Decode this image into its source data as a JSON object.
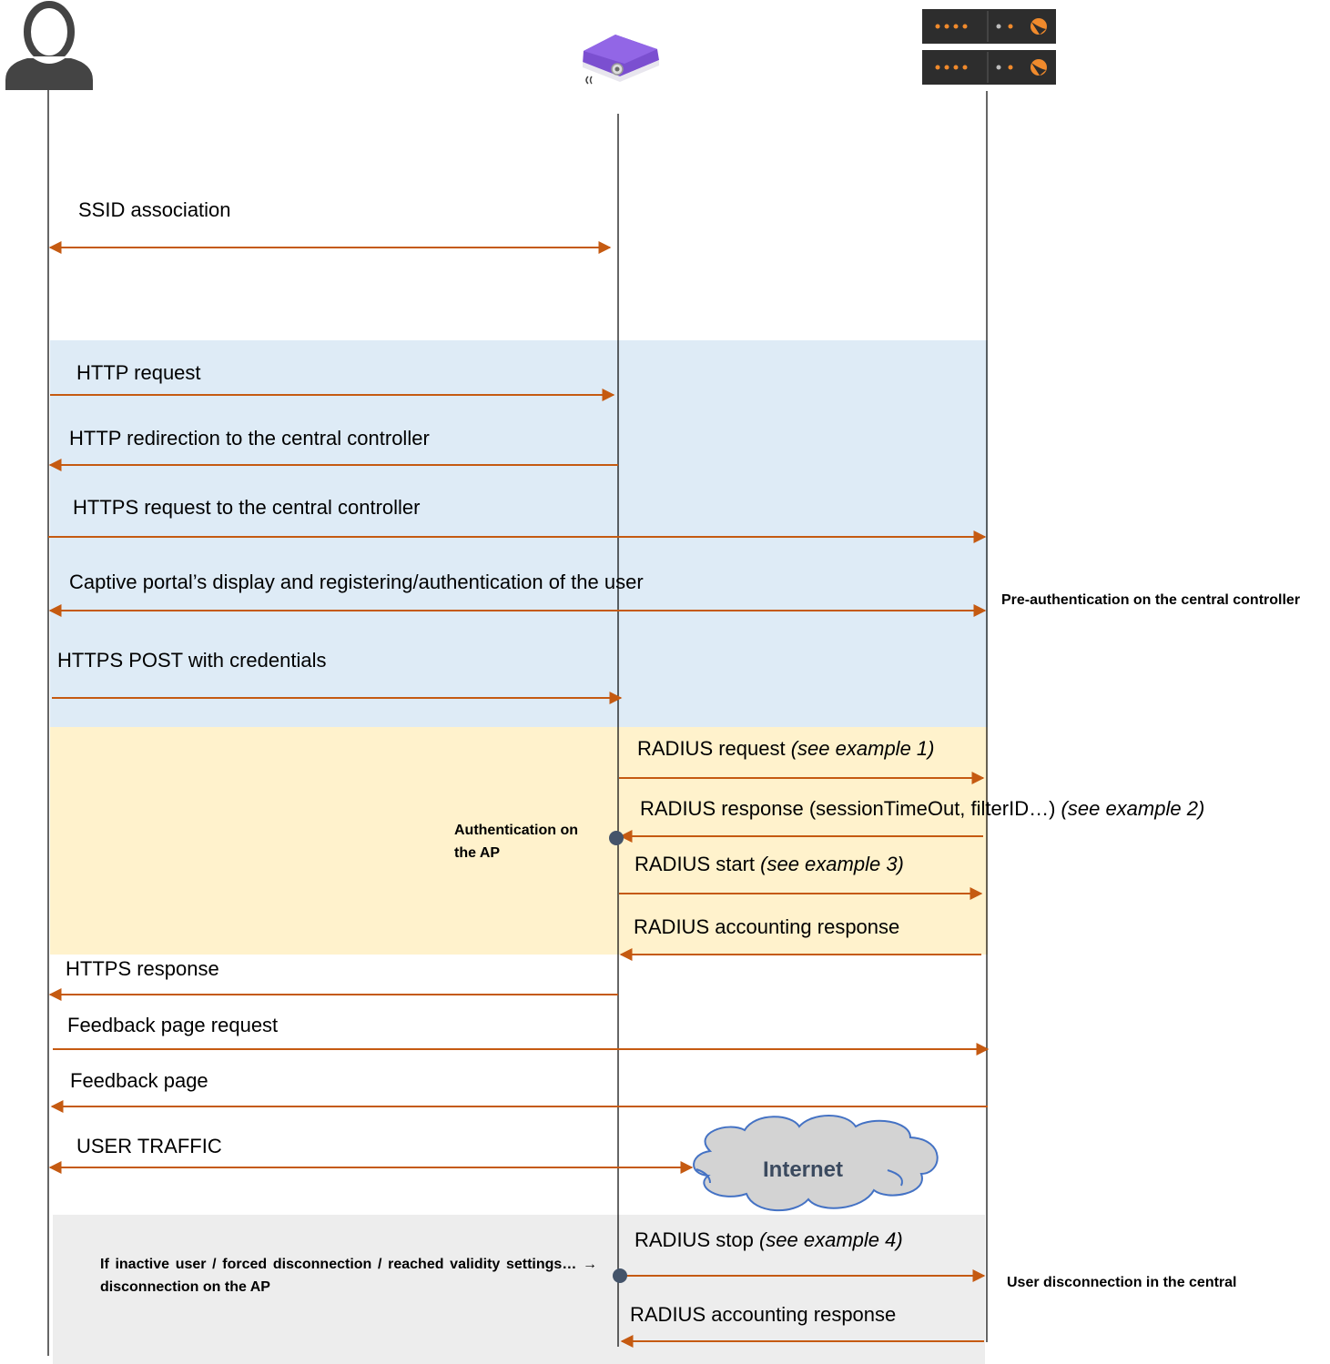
{
  "colors": {
    "arrow": "#c55a11",
    "lifeline": "#000000",
    "band_blue": "#deebf6",
    "band_yellow": "#fff2cc",
    "band_gray": "#ededed",
    "cloud_fill": "#d3d3d3",
    "cloud_stroke": "#4472c4",
    "cloud_text": "#3b4a5f",
    "dot": "#44546a"
  },
  "icons": {
    "user": "user-silhouette-icon",
    "access_point": "access-point-icon",
    "controller": "server-rack-icon",
    "internet": "cloud-icon"
  },
  "messages": {
    "ssid_association": "SSID association",
    "http_request": "HTTP request",
    "http_redirection": "HTTP redirection to the central controller",
    "https_request": "HTTPS request to the central controller",
    "captive_portal": "Captive portal’s display and registering/authentication of the user",
    "https_post": "HTTPS POST with credentials",
    "radius_request": "RADIUS request ",
    "radius_request_note": "(see example 1)",
    "radius_response": "RADIUS response (sessionTimeOut, filterID…) ",
    "radius_response_note": "(see example 2)",
    "radius_start": "RADIUS start ",
    "radius_start_note": "(see example 3)",
    "radius_accounting_response_1": "RADIUS accounting response",
    "https_response": "HTTPS response",
    "feedback_request": "Feedback page request",
    "feedback_page": "Feedback page",
    "user_traffic": "USER TRAFFIC",
    "radius_stop": "RADIUS stop ",
    "radius_stop_note": "(see example 4)",
    "radius_accounting_response_2": "RADIUS accounting response"
  },
  "notes": {
    "pre_auth": "Pre-authentication on the central controller",
    "auth_ap": "Authentication on the AP",
    "inactive": "If inactive user / forced disconnection / reached validity settings… → disconnection on the AP",
    "user_disconnection": "User disconnection in the central"
  },
  "internet_label": "Internet"
}
